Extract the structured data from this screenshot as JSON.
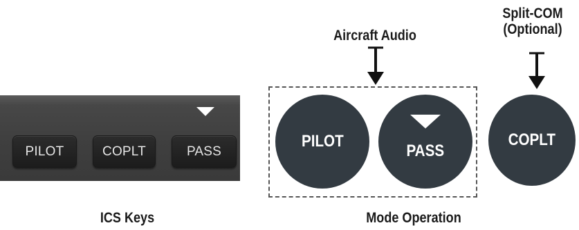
{
  "ics_keys": {
    "caption": "ICS Keys",
    "keys": [
      {
        "label": "PILOT",
        "active": false
      },
      {
        "label": "COPLT",
        "active": false
      },
      {
        "label": "PASS",
        "active": true
      }
    ]
  },
  "mode_operation": {
    "caption": "Mode Operation",
    "aircraft_audio_label": "Aircraft Audio",
    "split_com_label_line1": "Split-COM",
    "split_com_label_line2": "(Optional)",
    "circles": [
      {
        "label": "PILOT",
        "group": "aircraft-audio",
        "active": false
      },
      {
        "label": "PASS",
        "group": "aircraft-audio",
        "active": true
      },
      {
        "label": "COPLT",
        "group": "split-com",
        "active": false
      }
    ]
  },
  "colors": {
    "circle_fill": "#333b42",
    "panel_bezel": "#444444",
    "key_face": "#242424",
    "annunciator": "#ffffff",
    "dashed_border": "#555555"
  },
  "icons": {
    "annunciator": "white-down-triangle",
    "arrows": "t-bar-down-arrow"
  }
}
